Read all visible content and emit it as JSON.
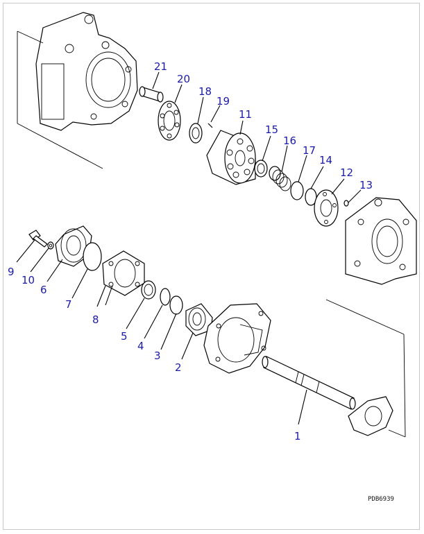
{
  "diagram": {
    "drawing_code": "PDB6939",
    "callouts": [
      {
        "id": "c1",
        "text": "1"
      },
      {
        "id": "c2",
        "text": "2"
      },
      {
        "id": "c3",
        "text": "3"
      },
      {
        "id": "c4",
        "text": "4"
      },
      {
        "id": "c5",
        "text": "5"
      },
      {
        "id": "c6",
        "text": "6"
      },
      {
        "id": "c7",
        "text": "7"
      },
      {
        "id": "c8",
        "text": "8"
      },
      {
        "id": "c9",
        "text": "9"
      },
      {
        "id": "c10",
        "text": "10"
      },
      {
        "id": "c11",
        "text": "11"
      },
      {
        "id": "c12",
        "text": "12"
      },
      {
        "id": "c13",
        "text": "13"
      },
      {
        "id": "c14",
        "text": "14"
      },
      {
        "id": "c15",
        "text": "15"
      },
      {
        "id": "c16",
        "text": "16"
      },
      {
        "id": "c17",
        "text": "17"
      },
      {
        "id": "c18",
        "text": "18"
      },
      {
        "id": "c19",
        "text": "19"
      },
      {
        "id": "c20",
        "text": "20"
      },
      {
        "id": "c21",
        "text": "21"
      }
    ],
    "colors": {
      "callout": "#1a1aa8",
      "line": "#000000",
      "frame": "#c9c9c9"
    }
  }
}
